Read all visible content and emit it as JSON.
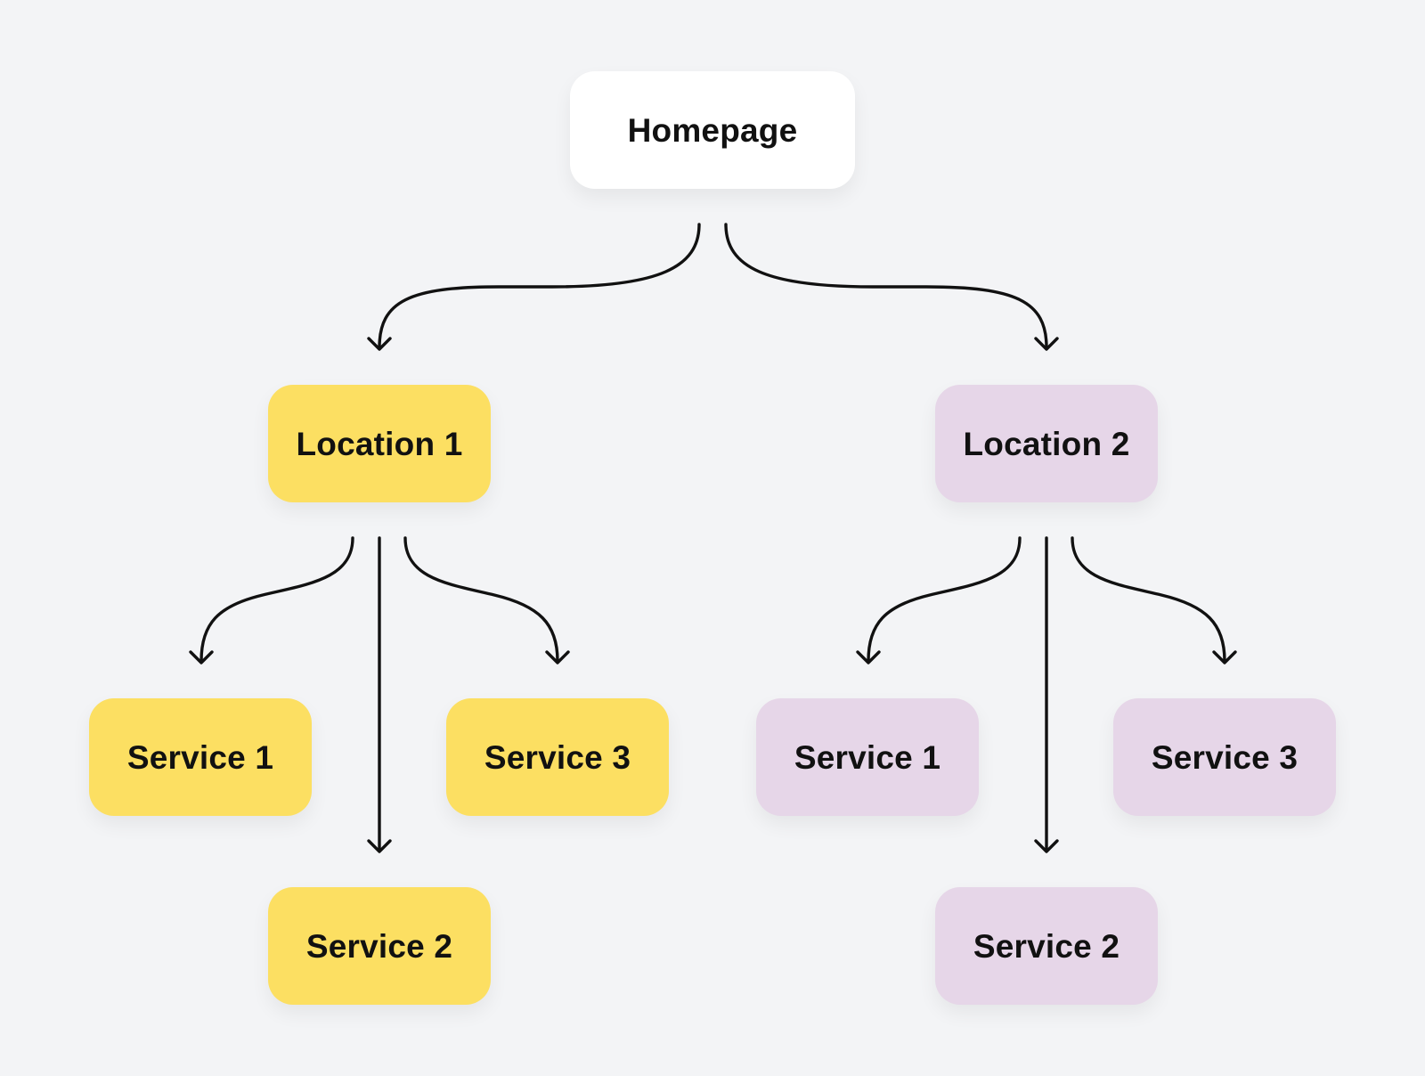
{
  "colors": {
    "background": "#f3f4f6",
    "root": "#ffffff",
    "branch_1": "#fcdf62",
    "branch_2": "#e6d6e8",
    "text": "#111111",
    "connector": "#111111"
  },
  "root": {
    "label": "Homepage"
  },
  "locations": [
    {
      "label": "Location 1",
      "services": [
        {
          "label": "Service 1"
        },
        {
          "label": "Service 2"
        },
        {
          "label": "Service 3"
        }
      ]
    },
    {
      "label": "Location 2",
      "services": [
        {
          "label": "Service 1"
        },
        {
          "label": "Service 2"
        },
        {
          "label": "Service 3"
        }
      ]
    }
  ],
  "edges": [
    {
      "from": "Homepage",
      "to": "Location 1"
    },
    {
      "from": "Homepage",
      "to": "Location 2"
    },
    {
      "from": "Location 1",
      "to": "Service 1"
    },
    {
      "from": "Location 1",
      "to": "Service 2"
    },
    {
      "from": "Location 1",
      "to": "Service 3"
    },
    {
      "from": "Location 2",
      "to": "Service 1"
    },
    {
      "from": "Location 2",
      "to": "Service 2"
    },
    {
      "from": "Location 2",
      "to": "Service 3"
    }
  ]
}
